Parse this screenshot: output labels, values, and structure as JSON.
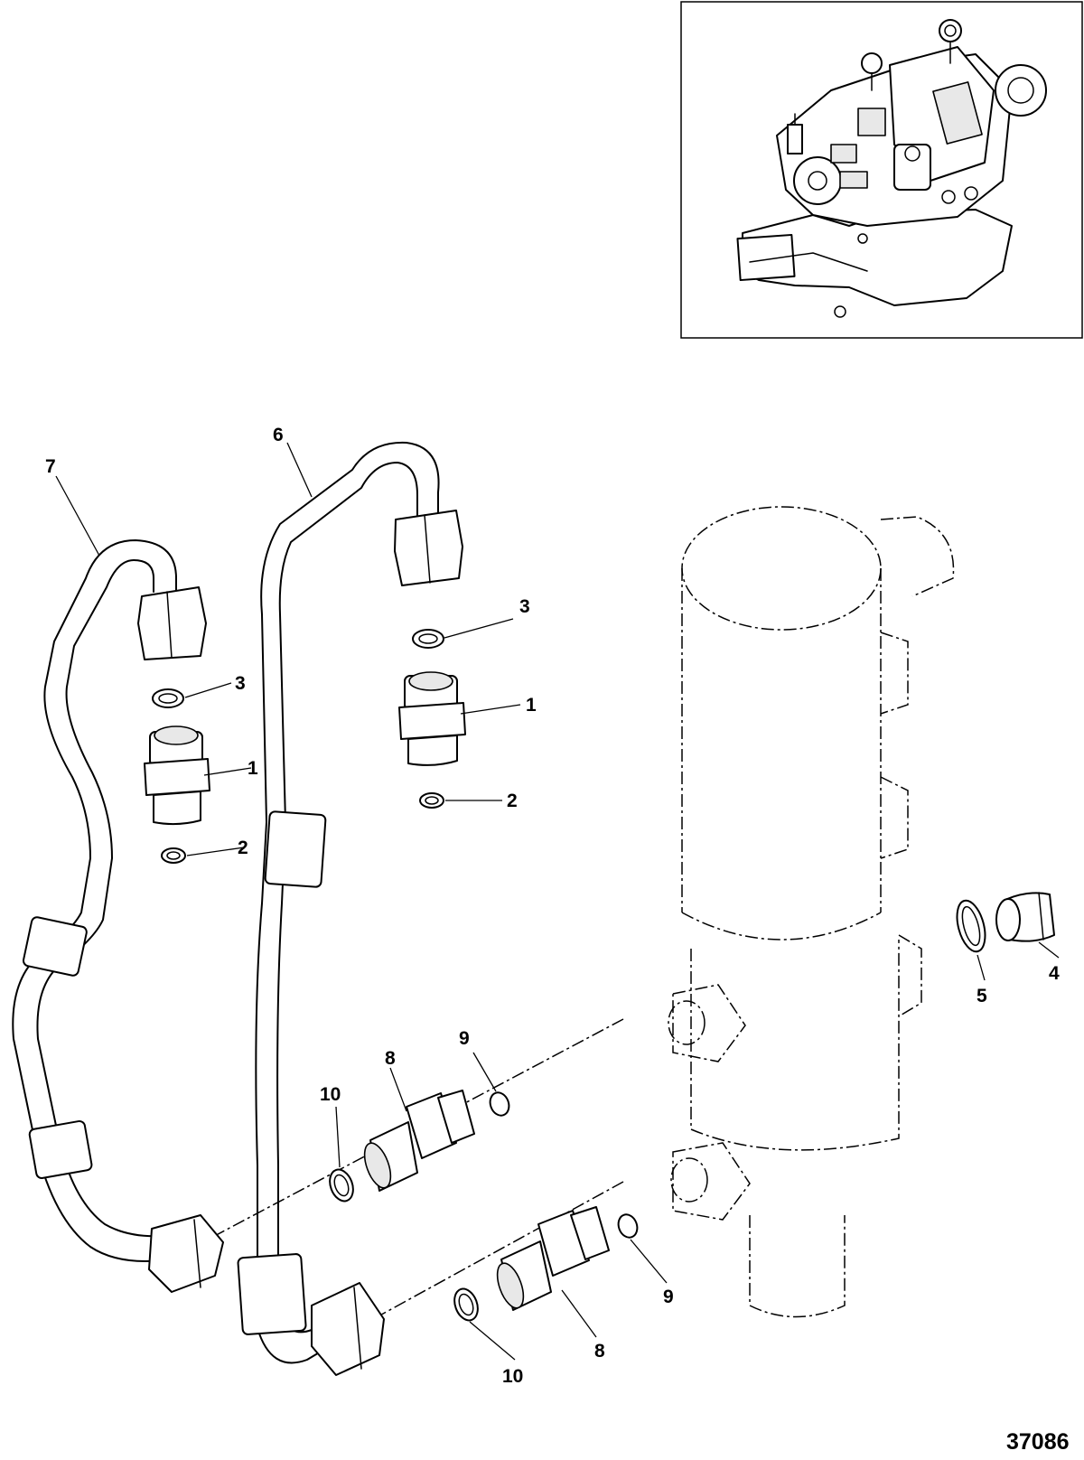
{
  "figure_id": "37086",
  "callouts": {
    "c7": "7",
    "c6": "6",
    "c3_left": "3",
    "c3_right": "3",
    "c1_left": "1",
    "c1_right": "1",
    "c2_left": "2",
    "c2_right": "2",
    "c4": "4",
    "c5": "5",
    "c9_upper": "9",
    "c9_lower": "9",
    "c8_upper": "8",
    "c8_lower": "8",
    "c10_upper": "10",
    "c10_lower": "10"
  }
}
